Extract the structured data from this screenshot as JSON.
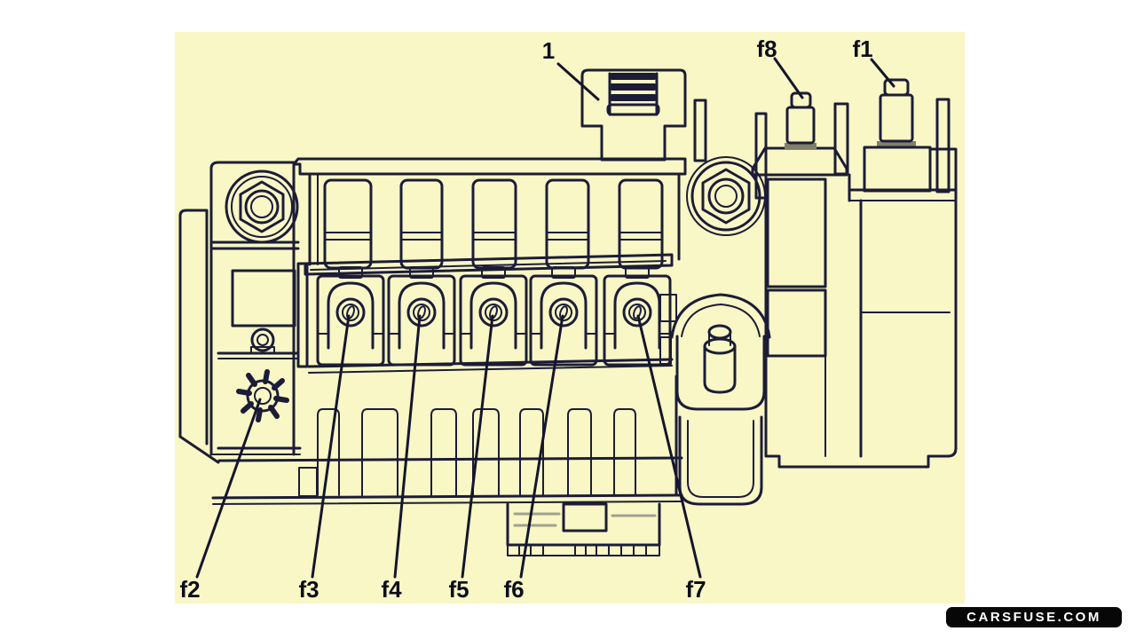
{
  "diagram": {
    "background_color": "#f8f7c5",
    "line_color": "#1c1c38",
    "label_color": "#0d0d1c",
    "callouts": {
      "connector": "1",
      "f1": "f1",
      "f2": "f2",
      "f3": "f3",
      "f4": "f4",
      "f5": "f5",
      "f6": "f6",
      "f7": "f7",
      "f8": "f8"
    }
  },
  "watermark": {
    "text": "CARSFUSE.COM"
  }
}
